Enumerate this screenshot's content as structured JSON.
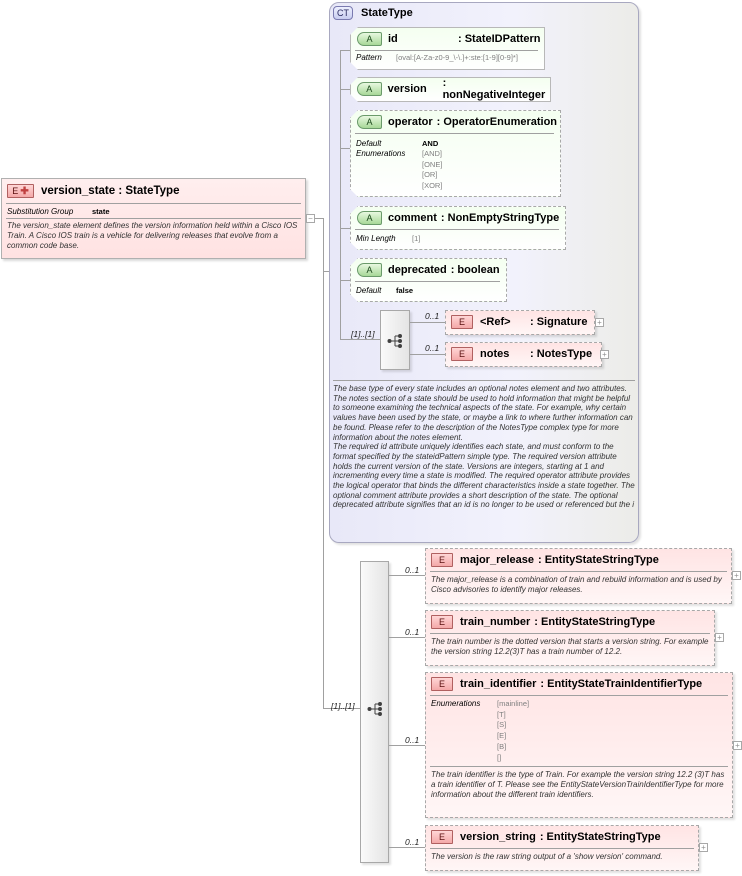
{
  "root_element": {
    "badge": "E",
    "badge_icon": "plus-icon",
    "title": "version_state : StateType",
    "substitution_group_label": "Substitution Group",
    "substitution_group_value": "state",
    "documentation": "The version_state element defines the version information held within a Cisco IOS Train. A Cisco IOS train is a vehicle for delivering releases that evolve from a common code base.",
    "toggle": "−"
  },
  "complex_type": {
    "badge": "CT",
    "name": "StateType",
    "attributes": [
      {
        "badge": "A",
        "name": "id",
        "type": ": StateIDPattern",
        "props": [
          {
            "label": "Pattern",
            "value": "[oval:[A-Za-z0-9_\\-\\.]+:ste:[1-9][0-9]*]"
          }
        ]
      },
      {
        "badge": "A",
        "name": "version",
        "type": ": nonNegativeInteger"
      },
      {
        "badge": "A",
        "name": "operator",
        "type": ": OperatorEnumeration",
        "default_label": "Default",
        "default_value": "AND",
        "enumerations_label": "Enumerations",
        "enumerations": [
          "[AND]",
          "[ONE]",
          "[OR]",
          "[XOR]"
        ]
      },
      {
        "badge": "A",
        "name": "comment",
        "type": ": NonEmptyStringType",
        "props": [
          {
            "label": "Min Length",
            "value": "[1]"
          }
        ]
      },
      {
        "badge": "A",
        "name": "deprecated",
        "type": ": boolean",
        "default_label": "Default",
        "default_value": "false"
      }
    ],
    "sequence_cardinality": "[1]..[1]",
    "children": [
      {
        "badge": "E",
        "name": "<Ref>",
        "type": ": Signature",
        "cardinality": "0..1",
        "toggle": "+"
      },
      {
        "badge": "E",
        "name": "notes",
        "type": ": NotesType",
        "cardinality": "0..1",
        "toggle": "+"
      }
    ],
    "documentation": "The base type of every state includes an optional notes element and two attributes. The notes section of a state should be used to hold information that might be helpful to someone examining the technical aspects of the state. For example, why certain values have been used by the state, or maybe a link to where further information can be found. Please refer to the description of the NotesType complex type for more information about the notes element.\nThe required id attribute uniquely identifies each state, and must conform to the format specified by the stateidPattern simple type. The required version attribute holds the current version of the state. Versions are integers, starting at 1 and incrementing every time a state is modified. The required operator attribute provides the logical operator that binds the different characteristics inside a state together. The optional comment attribute provides a short description of the state. The optional deprecated attribute signifies that an id is no longer to be used or referenced but the i"
  },
  "sequence": {
    "cardinality": "[1]..[1]",
    "elements": [
      {
        "badge": "E",
        "name": "major_release",
        "type": ": EntityStateStringType",
        "cardinality": "0..1",
        "toggle": "+",
        "documentation": "The major_release is a combination of train and rebuild information and is used by Cisco advisories to identify major releases."
      },
      {
        "badge": "E",
        "name": "train_number",
        "type": ": EntityStateStringType",
        "cardinality": "0..1",
        "toggle": "+",
        "documentation": "The train number is the dotted version that starts a version string. For example the version string 12.2(3)T has a train number of 12.2."
      },
      {
        "badge": "E",
        "name": "train_identifier",
        "type": ": EntityStateTrainIdentifierType",
        "cardinality": "0..1",
        "toggle": "+",
        "enumerations_label": "Enumerations",
        "enumerations": [
          "[mainline]",
          "[T]",
          "[S]",
          "[E]",
          "[B]",
          "[]"
        ],
        "documentation": "The train identifier is the type of Train. For example the version string 12.2 (3)T has a train identifier of T. Please see the EntityStateVersionTrainIdentifierType for more information about the different train identifiers."
      },
      {
        "badge": "E",
        "name": "version_string",
        "type": ": EntityStateStringType",
        "cardinality": "0..1",
        "toggle": "+",
        "documentation": "The version is the raw string output of a 'show version' command."
      }
    ]
  },
  "colors": {
    "element_fill": "#ffe4e4",
    "attribute_fill": "#f4fff0",
    "complex_type_fill": "#ececfa",
    "line": "#a0a0a0"
  }
}
